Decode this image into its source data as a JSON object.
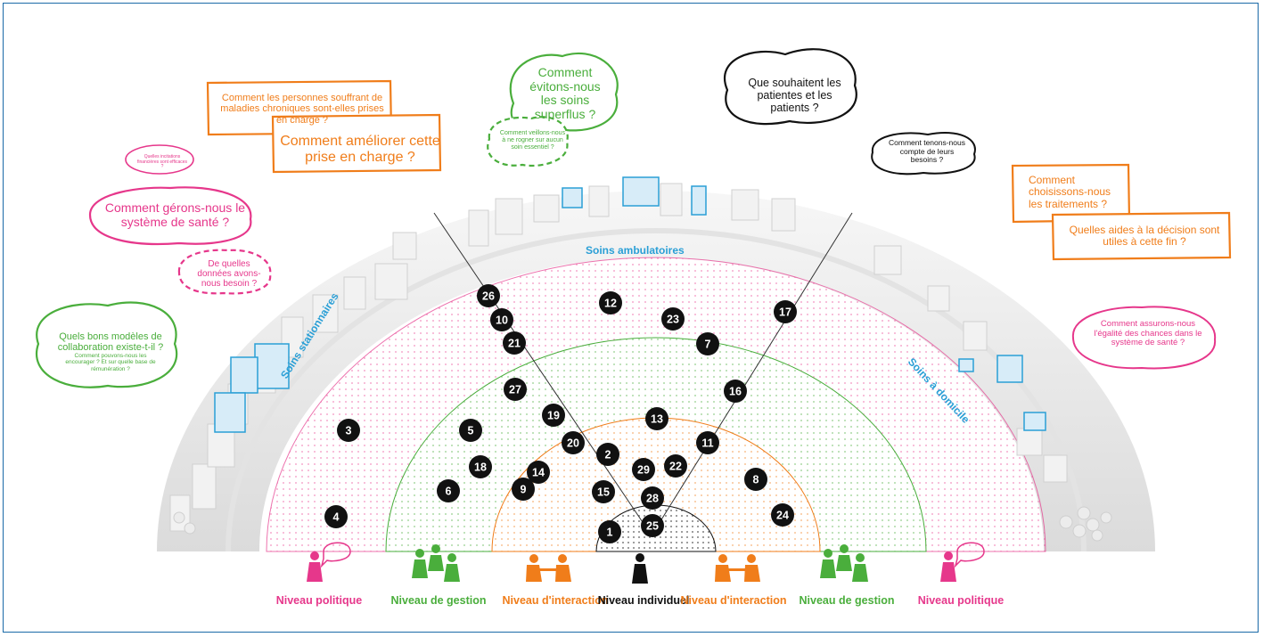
{
  "sectors": {
    "ambulatory": "Soins ambulatoires",
    "stationary": "Soins stationnaires",
    "home": "Soins à domicile"
  },
  "numbers": [
    "1",
    "2",
    "3",
    "4",
    "5",
    "6",
    "7",
    "8",
    "9",
    "10",
    "11",
    "12",
    "13",
    "14",
    "15",
    "16",
    "17",
    "18",
    "19",
    "20",
    "21",
    "22",
    "23",
    "24",
    "25",
    "26",
    "27",
    "28",
    "29"
  ],
  "levels": {
    "political": "Niveau politique",
    "management": "Niveau de gestion",
    "interaction": "Niveau d'interaction",
    "individual": "Niveau individuel"
  },
  "questions": {
    "q_chronic": "Comment les personnes souffrant de maladies chroniques sont-elles prises en charge ?",
    "q_improve": "Comment améliorer cette prise en charge ?",
    "q_avoid": "Comment évitons-nous les soins superflus ?",
    "q_essential": "Comment veillons-nous à ne rogner sur aucun soin essentiel ?",
    "q_wish": "Que souhaitent les patientes et les patients ?",
    "q_needs": "Comment tenons-nous compte de leurs besoins ?",
    "q_incentives": "Quelles incitations financières sont efficaces ?",
    "q_manage": "Comment gérons-nous le système de santé ?",
    "q_data": "De quelles données avons-nous besoin ?",
    "q_models": "Quels bons modèles de collaboration existe-t-il ?",
    "q_encourage": "Comment pouvons-nous les encourager ? Et sur quelle base de rémunération ?",
    "q_choose": "Comment choisissons-nous les traitements ?",
    "q_aids": "Quelles aides à la décision sont utiles à cette fin ?",
    "q_equality": "Comment assurons-nous l'égalité des chances dans le système de santé ?"
  },
  "colors": {
    "pink": "#e6378b",
    "green": "#4aae3c",
    "orange": "#f07d1a",
    "black": "#111111",
    "blue": "#2a9fd6",
    "frame": "#1a6aa8"
  }
}
